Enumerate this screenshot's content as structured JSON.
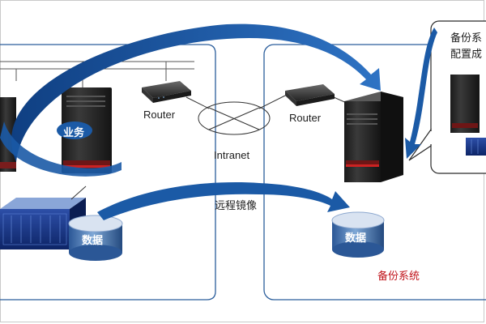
{
  "nodes": {
    "router_left": "Router",
    "router_right": "Router",
    "intranet": "Intranet",
    "business": "业务",
    "data_left": "数据",
    "data_right": "数据",
    "mirror": "远程镜像",
    "backup_system": "备份系统"
  },
  "callout": {
    "line1": "备份系",
    "line2": "配置成"
  },
  "colors": {
    "arrow": "#1b5aa6",
    "frame_line": "#2b5e9c",
    "backup_label": "#c0131a"
  }
}
